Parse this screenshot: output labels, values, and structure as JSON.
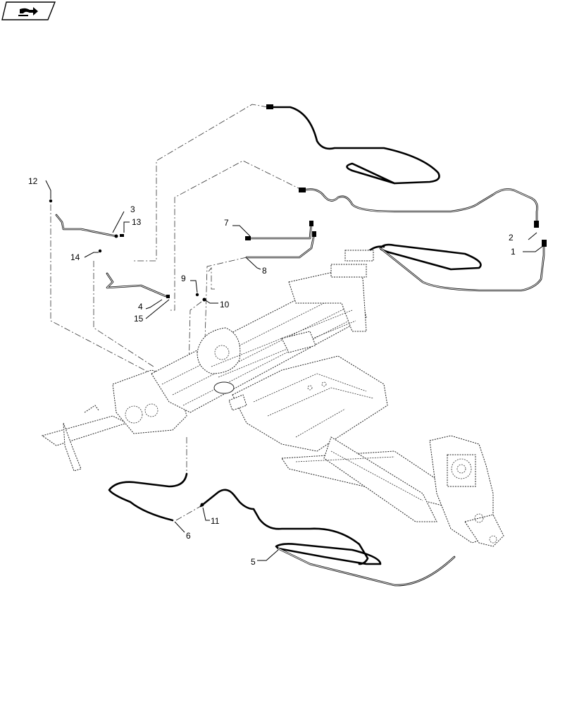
{
  "icon": {
    "name": "book-arrow-icon"
  },
  "callouts": [
    {
      "id": "c1",
      "label": "1"
    },
    {
      "id": "c2",
      "label": "2"
    },
    {
      "id": "c3",
      "label": "3"
    },
    {
      "id": "c4",
      "label": "4"
    },
    {
      "id": "c5",
      "label": "5"
    },
    {
      "id": "c6",
      "label": "6"
    },
    {
      "id": "c7",
      "label": "7"
    },
    {
      "id": "c8",
      "label": "8"
    },
    {
      "id": "c9",
      "label": "9"
    },
    {
      "id": "c10",
      "label": "10"
    },
    {
      "id": "c11",
      "label": "11"
    },
    {
      "id": "c12",
      "label": "12"
    },
    {
      "id": "c13",
      "label": "13"
    },
    {
      "id": "c14",
      "label": "14"
    },
    {
      "id": "c15",
      "label": "15"
    }
  ]
}
